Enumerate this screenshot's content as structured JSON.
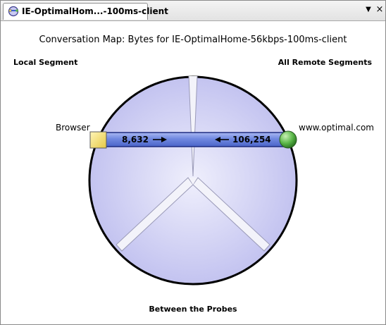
{
  "tab": {
    "title": "IE-OptimalHom...-100ms-client",
    "icon": "conversation-map-icon"
  },
  "window_controls": {
    "menu_glyph": "▼",
    "close_glyph": "×"
  },
  "map": {
    "title": "Conversation Map: Bytes for IE-OptimalHome-56kbps-100ms-client",
    "segments": {
      "local": "Local Segment",
      "remote": "All Remote Segments",
      "between": "Between the Probes"
    },
    "client": {
      "label": "Browser",
      "bytes_sent": "8,632"
    },
    "server": {
      "label": "www.optimal.com",
      "bytes_sent": "106,254"
    }
  },
  "colors": {
    "circle_fill": "#c9c9f2",
    "circle_center": "#ececfb",
    "bar": "#7b93e6",
    "client_node": "#f0d860",
    "server_node": "#5cb84a"
  }
}
